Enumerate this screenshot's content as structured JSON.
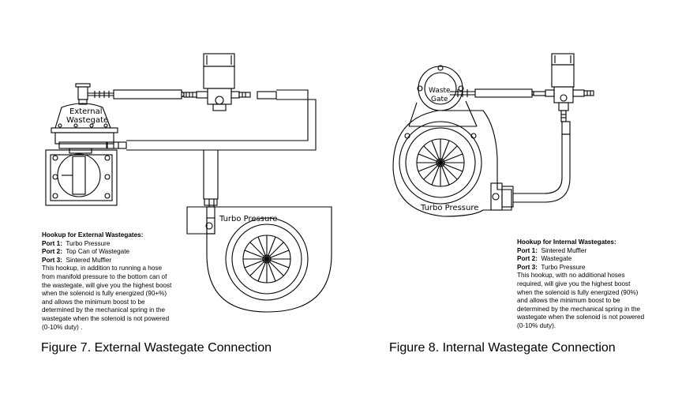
{
  "figure7": {
    "wastegate_label_line1": "External",
    "wastegate_label_line2": "Wastegate",
    "turbo_label": "Turbo Pressure",
    "heading": "Hookup for External Wastegates:",
    "ports": [
      {
        "key": "Port 1:",
        "value": "Turbo Pressure"
      },
      {
        "key": "Port 2:",
        "value": "Top Can of Wastegate"
      },
      {
        "key": "Port 3:",
        "value": "Sintered Muffler"
      }
    ],
    "description_lines": [
      "This hookup, in addition to running a hose",
      "from manifold pressure to the bottom can of",
      "the wastegate, will give you the highest boost",
      "when the solenoid is fully energized (90+%)",
      "and allows the minimum boost to be",
      "determined by the mechanical spring in the",
      "wastegate when the solenoid is not powered",
      "(0-10% duty) ."
    ],
    "caption": "Figure 7. External Wastegate Connection"
  },
  "figure8": {
    "wastegate_label_line1": "Waste",
    "wastegate_label_line2": "Gate",
    "turbo_label": "Turbo Pressure",
    "heading": "Hookup for Internal Wastegates:",
    "ports": [
      {
        "key": "Port 1:",
        "value": "Sintered Muffler"
      },
      {
        "key": "Port 2:",
        "value": "Wastegate"
      },
      {
        "key": "Port 3:",
        "value": "Turbo Pressure"
      }
    ],
    "description_lines": [
      "This hookup, with no additional hoses",
      "required, will give you the highest boost",
      "when the solenoid is fully energized (90%)",
      "and allows the minimum boost to be",
      "determined by the mechanical spring in the",
      "wastegate when the solenoid is not powered",
      "(0-10% duty)."
    ],
    "caption": "Figure 8. Internal Wastegate Connection"
  }
}
